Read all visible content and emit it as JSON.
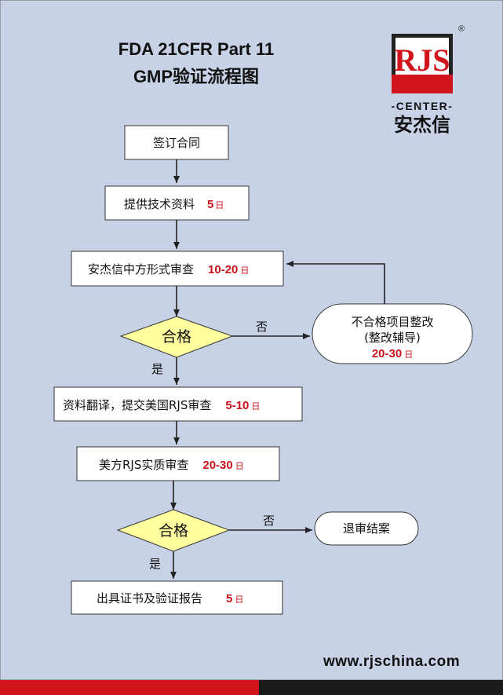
{
  "title": {
    "line1": "FDA 21CFR Part 11",
    "line2": "GMP验证流程图"
  },
  "logo": {
    "mark": "RJS",
    "registered": "®",
    "center": "-CENTER-",
    "company": "安杰信"
  },
  "steps": [
    {
      "text": "签订合同",
      "days": ""
    },
    {
      "text": "提供技术资料",
      "days": "5",
      "unit": "日"
    },
    {
      "text": "安杰信中方形式审查",
      "days": "10-20",
      "unit": "日"
    },
    {
      "text": "资料翻译，提交美国RJS审查",
      "days": "5-10",
      "unit": "日"
    },
    {
      "text": "美方RJS实质审查",
      "days": "20-30",
      "unit": "日"
    },
    {
      "text": "出具证书及验证报告",
      "days": "5",
      "unit": "日"
    }
  ],
  "decisions": [
    {
      "text": "合格",
      "yes": "是",
      "no": "否"
    },
    {
      "text": "合格",
      "yes": "是",
      "no": "否"
    }
  ],
  "rectify": {
    "line1": "不合格项目整改",
    "line2": "(整改辅导)",
    "days": "20-30",
    "unit": "日"
  },
  "reject": {
    "text": "退审结案"
  },
  "website": "www.rjschina.com",
  "colors": {
    "background": "#c8d2e6",
    "decision_fill": "#ffffa0",
    "accent_red": "#c8141c",
    "logo_red": "#d0161c",
    "logo_dark": "#222222"
  }
}
